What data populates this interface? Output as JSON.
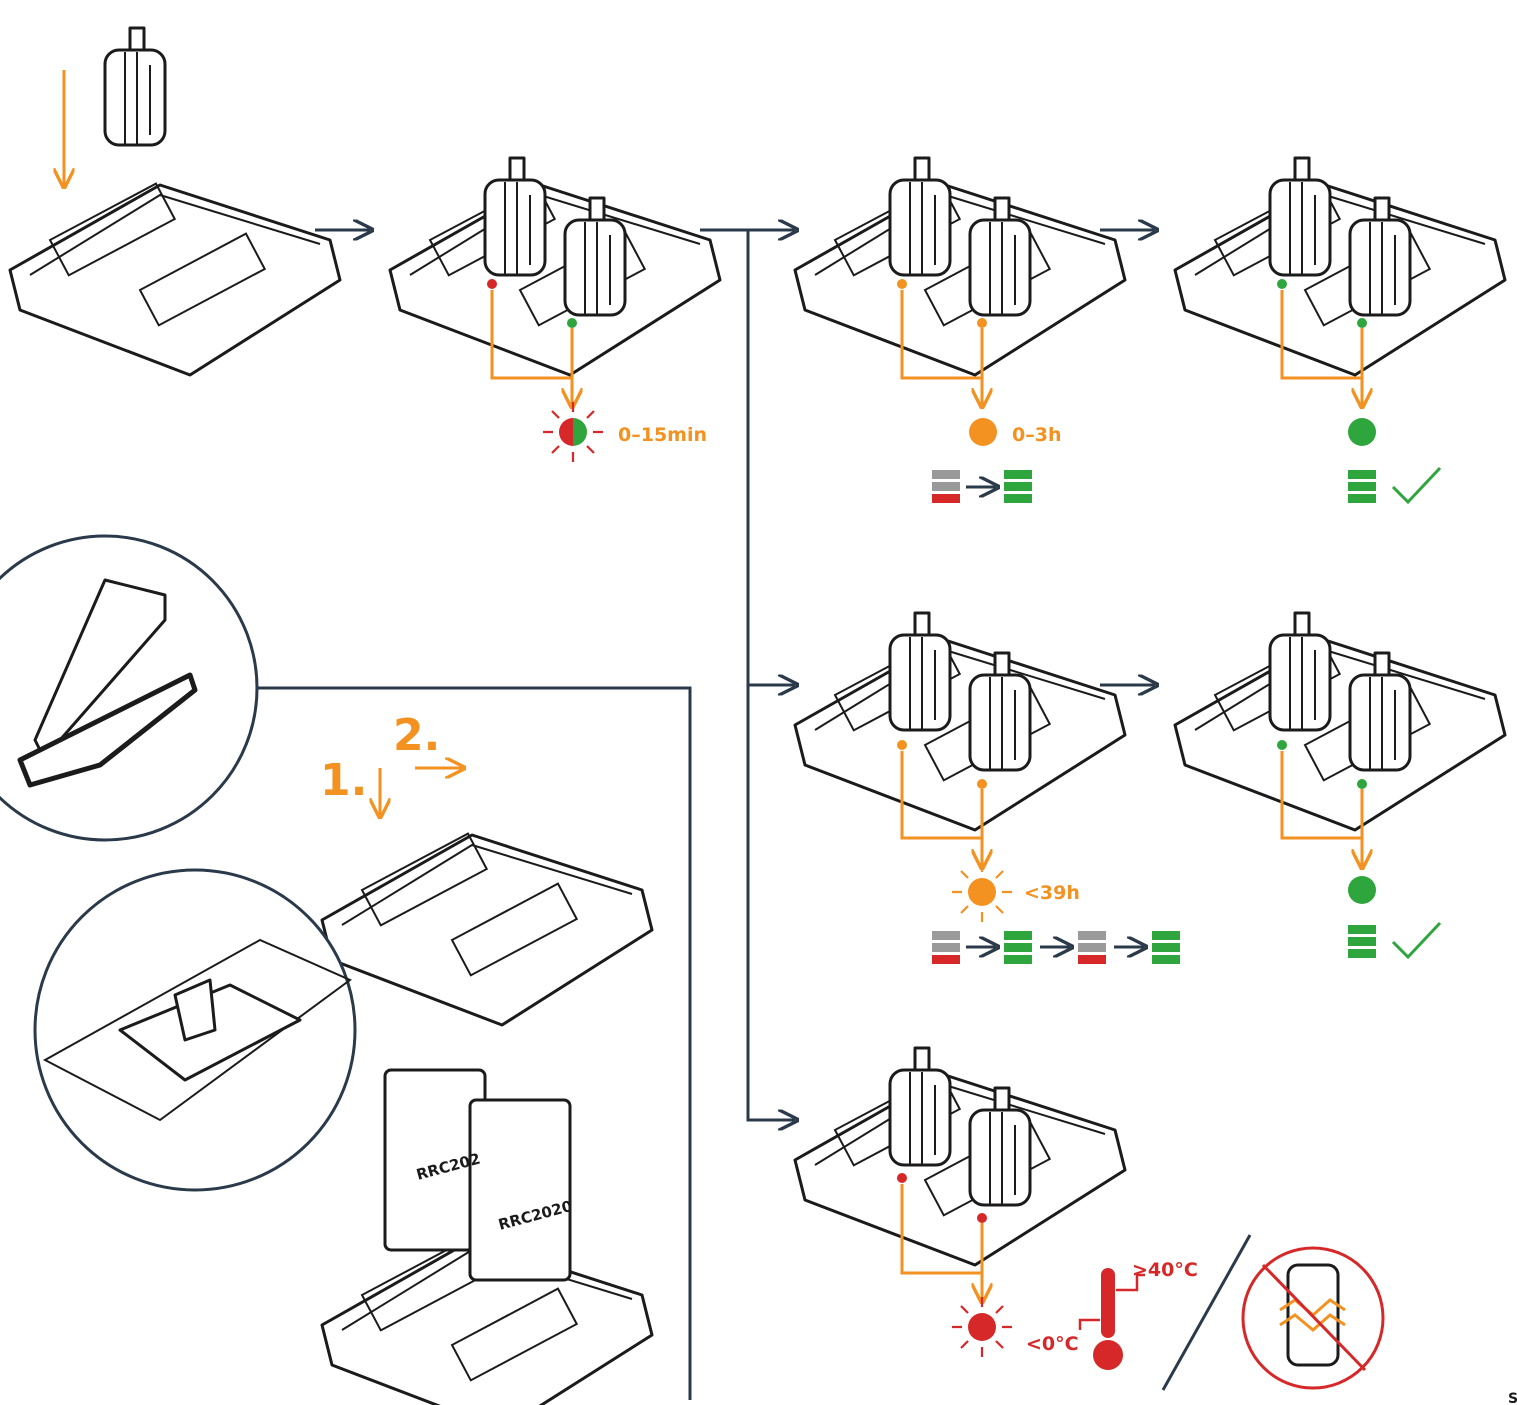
{
  "colors": {
    "orange": "#f39221",
    "red": "#d62828",
    "green": "#2ea63d",
    "gray": "#9a9a9a",
    "navy": "#2b3a4a",
    "ink": "#1b1b1b"
  },
  "labels": {
    "test_time": "0–15min",
    "charge_time": "0–3h",
    "long_charge_time": "<39h",
    "temp_high": ">40°C",
    "temp_low": "<0°C",
    "step1": "1.",
    "step2": "2.",
    "battery_print_left": "RRC202",
    "battery_print_right": "RRC2020",
    "page_edge": "S"
  },
  "icons": {
    "arrows": "arrow-right-icon",
    "led_test": "red-green-blinking-led-icon",
    "led_charging": "orange-led-icon",
    "led_full": "green-led-icon",
    "led_error": "red-blinking-led-icon",
    "thermometer": "thermometer-icon",
    "check": "check-mark-icon",
    "no_damaged": "prohibited-damaged-battery-icon"
  }
}
